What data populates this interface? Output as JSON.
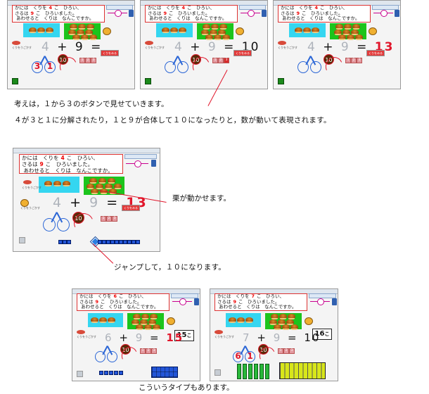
{
  "captions": {
    "c1": "考えは，１から３のボタンで見せていきます。",
    "c2": "４が３と１に分解されたり，１と９が合体して１０になったりと，数が動いて表現されます。",
    "c3": "栗が動かせます。",
    "c4": "ジャンプして，１０になります。",
    "c5": "こういうタイプもあります。"
  },
  "screens": [
    {
      "problem": {
        "l1a": "かには　くりを",
        "n1": "4",
        "l1b": "こ　ひろい、",
        "l2a": "さるは",
        "n2": "9",
        "l2b": "こ　ひろいました。",
        "l3": "あわせると　くりは　なんこですか。"
      },
      "eq": {
        "a": "4",
        "op": "+",
        "b": "9",
        "eq": "=",
        "ans": ""
      },
      "split": [
        "3",
        "1"
      ],
      "ten": "10",
      "btns": [
        "1",
        "2",
        "3"
      ]
    },
    {
      "problem": {
        "l1a": "かには　くりを",
        "n1": "4",
        "l1b": "こ　ひろい、",
        "l2a": "さるは",
        "n2": "9",
        "l2b": "こ　ひろいました。",
        "l3": "あわせると　くりは　なんこですか。"
      },
      "eq": {
        "a": "4",
        "op": "+",
        "b": "9",
        "eq": "=",
        "ans": "10"
      },
      "split": [
        "",
        ""
      ],
      "ten": "10",
      "btns": [
        "1",
        "2",
        "3"
      ]
    },
    {
      "problem": {
        "l1a": "かには　くりを",
        "n1": "4",
        "l1b": "こ　ひろい、",
        "l2a": "さるは",
        "n2": "9",
        "l2b": "こ　ひろいました。",
        "l3": "あわせると　くりは　なんこですか。"
      },
      "eq": {
        "a": "4",
        "op": "+",
        "b": "9",
        "eq": "=",
        "ans": "13"
      },
      "split": [
        "",
        ""
      ],
      "ten": "10",
      "btns": [
        "1",
        "2",
        "3"
      ]
    },
    {
      "problem": {
        "l1a": "かには　くりを",
        "n1": "4",
        "l1b": "こ　ひろい、",
        "l2a": "さるは",
        "n2": "9",
        "l2b": "こ　ひろいました。",
        "l3": "あわせると　くりは　なんこですか。"
      },
      "eq": {
        "a": "4",
        "op": "+",
        "b": "9",
        "eq": "=",
        "ans": "13"
      },
      "split": [
        "",
        ""
      ],
      "ten": "10",
      "btns": [
        "1",
        "2",
        "3"
      ]
    },
    {
      "problem": {
        "l1a": "かには　くりを",
        "n1": "6",
        "l1b": "こ　ひろい、",
        "l2a": "さるは",
        "n2": "9",
        "l2b": "こ　ひろいました。",
        "l3": "あわせると　くりは　なんこですか。"
      },
      "eq": {
        "a": "6",
        "op": "+",
        "b": "9",
        "eq": "=",
        "ans": "15"
      },
      "split": [
        "",
        ""
      ],
      "ten": "10",
      "counter": {
        "n": "15",
        "u": "こ"
      },
      "btns": [
        "1",
        "2",
        "3"
      ]
    },
    {
      "problem": {
        "l1a": "かには　くりを",
        "n1": "7",
        "l1b": "こ　ひろい、",
        "l2a": "さるは",
        "n2": "9",
        "l2b": "こ　ひろいました。",
        "l3": "あわせると　くりは　なんこですか。"
      },
      "eq": {
        "a": "7",
        "op": "+",
        "b": "9",
        "eq": "=",
        "ans": "10"
      },
      "split": [
        "6",
        "1"
      ],
      "ten": "10",
      "counter": {
        "n": "16",
        "u": "こ"
      },
      "btns": [
        "1",
        "2",
        "3"
      ]
    }
  ]
}
